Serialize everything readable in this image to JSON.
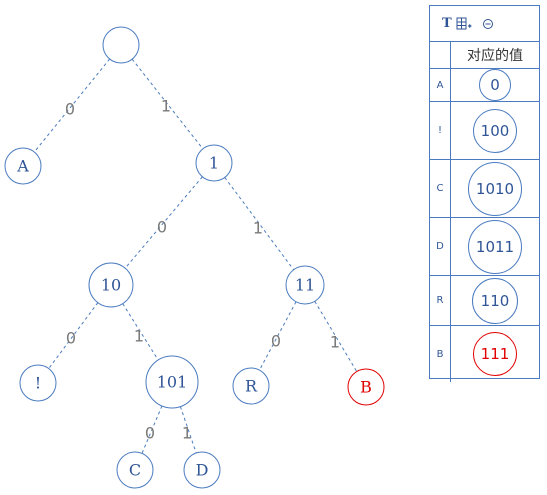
{
  "tree": {
    "nodes": [
      {
        "id": "root",
        "label": "",
        "color": "normal"
      },
      {
        "id": "n1",
        "label": "1",
        "color": "normal"
      },
      {
        "id": "A",
        "label": "A",
        "color": "normal"
      },
      {
        "id": "n10",
        "label": "10",
        "color": "normal"
      },
      {
        "id": "n11",
        "label": "11",
        "color": "normal"
      },
      {
        "id": "bang",
        "label": "!",
        "color": "normal"
      },
      {
        "id": "n101",
        "label": "101",
        "color": "normal"
      },
      {
        "id": "R",
        "label": "R",
        "color": "normal"
      },
      {
        "id": "B",
        "label": "B",
        "color": "red"
      },
      {
        "id": "C",
        "label": "C",
        "color": "normal"
      },
      {
        "id": "D",
        "label": "D",
        "color": "normal"
      }
    ],
    "edges": [
      {
        "from": "root",
        "to": "A",
        "label": "0"
      },
      {
        "from": "root",
        "to": "n1",
        "label": "1"
      },
      {
        "from": "n1",
        "to": "n10",
        "label": "0"
      },
      {
        "from": "n1",
        "to": "n11",
        "label": "1"
      },
      {
        "from": "n10",
        "to": "bang",
        "label": "0"
      },
      {
        "from": "n10",
        "to": "n101",
        "label": "1"
      },
      {
        "from": "n11",
        "to": "R",
        "label": "0"
      },
      {
        "from": "n11",
        "to": "B",
        "label": "1"
      },
      {
        "from": "n101",
        "to": "C",
        "label": "0"
      },
      {
        "from": "n101",
        "to": "D",
        "label": "1"
      }
    ]
  },
  "panel": {
    "toolbar": {
      "text_icon": "T",
      "add_icon": "add-row-icon",
      "remove_icon": "remove-circle-icon"
    },
    "header": "对应的值",
    "rows": [
      {
        "key": "A",
        "value": "0",
        "color": "normal"
      },
      {
        "key": "!",
        "value": "100",
        "color": "normal"
      },
      {
        "key": "C",
        "value": "1010",
        "color": "normal"
      },
      {
        "key": "D",
        "value": "1011",
        "color": "normal"
      },
      {
        "key": "R",
        "value": "110",
        "color": "normal"
      },
      {
        "key": "B",
        "value": "111",
        "color": "red"
      }
    ]
  },
  "colors": {
    "accent": "#4a7bbf",
    "text": "#2f5597",
    "highlight": "#e00000",
    "edge_label": "#7a7a7a"
  }
}
